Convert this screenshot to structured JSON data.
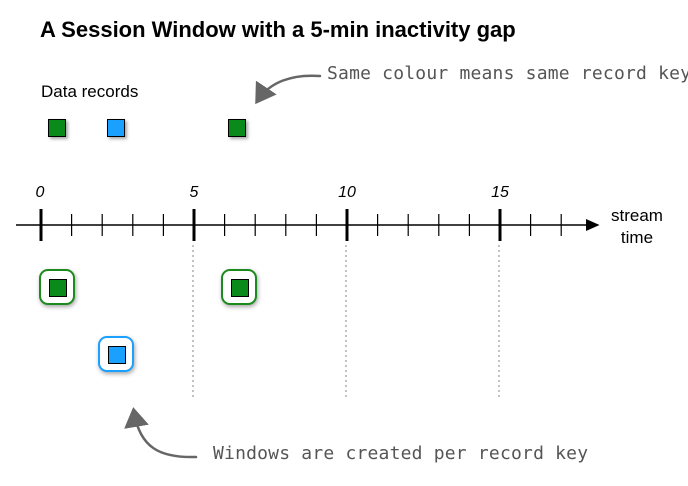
{
  "title": "A Session Window with a 5-min inactivity gap",
  "records_label": "Data records",
  "note_top": "Same colour means same record key",
  "note_bottom": "Windows are created per record key",
  "axis": {
    "label_line1": "stream",
    "label_line2": "time",
    "tick_labels": [
      "0",
      "5",
      "10",
      "15"
    ],
    "major_ticks": [
      0,
      5,
      10,
      15
    ],
    "minor_tick_step": 1,
    "range": [
      -0.8,
      17.5
    ]
  },
  "colors": {
    "key_green": "#0a8a1a",
    "key_blue": "#1aa0ff",
    "window_green_border": "#1d8a1d",
    "window_blue_border": "#1aa0ff",
    "guide_line": "#999999",
    "arrow": "#666666"
  },
  "records": [
    {
      "key": "green",
      "time": 0.5
    },
    {
      "key": "blue",
      "time": 2.4
    },
    {
      "key": "green",
      "time": 6.4
    }
  ],
  "windows": [
    {
      "key": "green",
      "time": 0.5,
      "row": 1
    },
    {
      "key": "green",
      "time": 6.4,
      "row": 1
    },
    {
      "key": "blue",
      "time": 2.4,
      "row": 2
    }
  ]
}
